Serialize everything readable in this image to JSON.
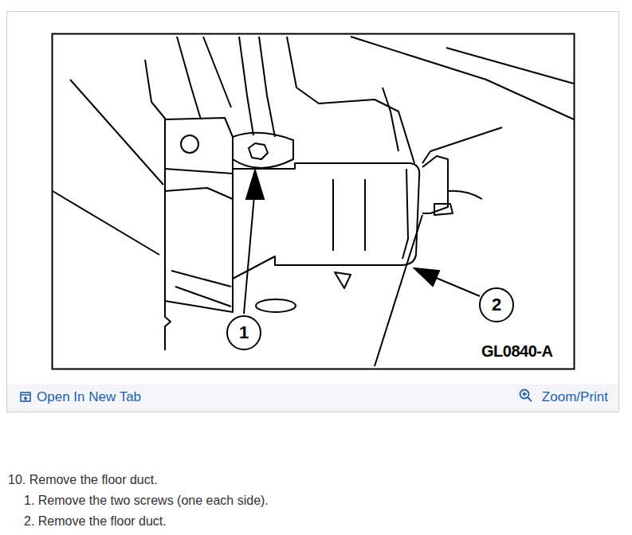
{
  "diagram": {
    "labels": [
      "1",
      "2",
      "GL0840-A",
      "Open In New Tab",
      "Zoom/Print",
      "10. Remove the floor duct.",
      "1. Remove the two screws (one each side).",
      "2. Remove the floor duct."
    ]
  }
}
